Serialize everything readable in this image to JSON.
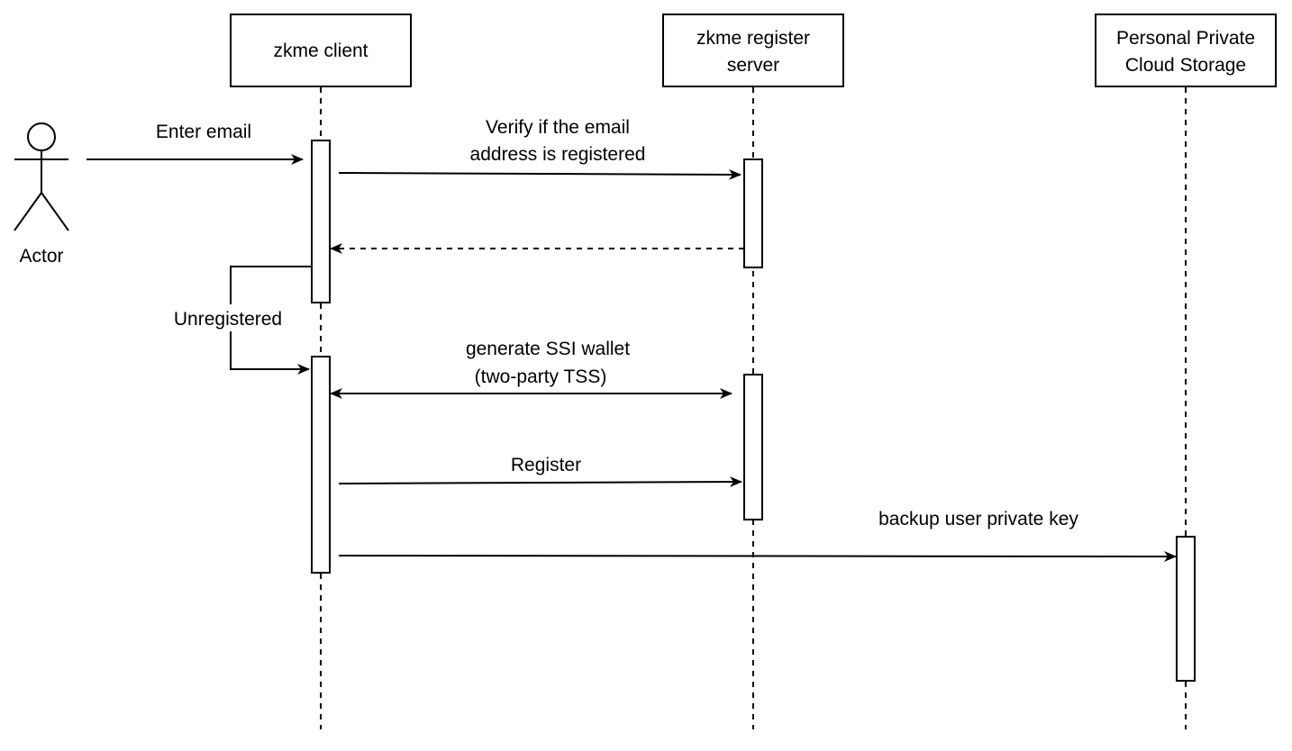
{
  "participants": {
    "actor": {
      "label": "Actor"
    },
    "client": {
      "label": "zkme client"
    },
    "server": {
      "label_line1": "zkme register",
      "label_line2": "server"
    },
    "storage": {
      "label_line1": "Personal Private",
      "label_line2": "Cloud Storage"
    }
  },
  "messages": {
    "enter_email": "Enter email",
    "verify_line1": "Verify if the email",
    "verify_line2": "address is registered",
    "unregistered": "Unregistered",
    "generate_line1": "generate SSI wallet",
    "generate_line2": "(two-party TSS)",
    "register": "Register",
    "backup": "backup user private key"
  }
}
